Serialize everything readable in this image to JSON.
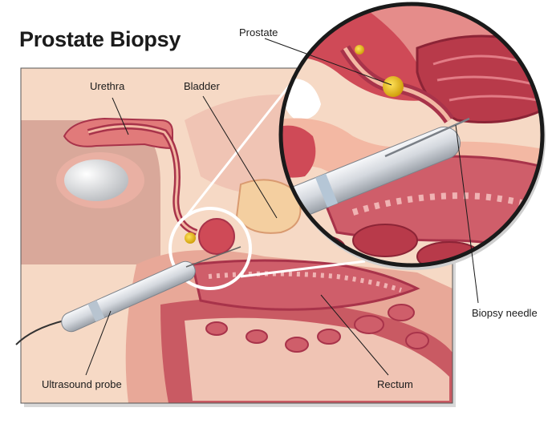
{
  "title": "Prostate Biopsy",
  "labels": {
    "urethra": "Urethra",
    "bladder": "Bladder",
    "prostate": "Prostate",
    "biopsy_needle": "Biopsy needle",
    "ultrasound_probe": "Ultrasound probe",
    "rectum": "Rectum"
  },
  "colors": {
    "background": "#f6d9c5",
    "tissue_dark": "#b83a4a",
    "tissue_mid": "#e07d7a",
    "tissue_light": "#f3b8a3",
    "prostate_gland": "#e9b800",
    "probe": "#d9dde2"
  }
}
